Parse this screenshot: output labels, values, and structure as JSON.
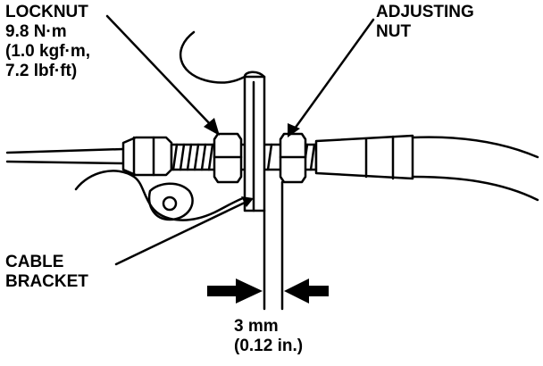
{
  "labels": {
    "locknut": {
      "title": "LOCKNUT",
      "torque_nm": "9.8 N·m",
      "torque_kgfm": "(1.0 kgf·m,",
      "torque_lbfft": "7.2 lbf·ft)"
    },
    "adjusting_nut": {
      "line1": "ADJUSTING",
      "line2": "NUT"
    },
    "cable_bracket": {
      "line1": "CABLE",
      "line2": "BRACKET"
    },
    "clearance": {
      "metric": "3 mm",
      "imperial": "(0.12 in.)"
    }
  },
  "colors": {
    "line": "#000000",
    "background": "#ffffff"
  }
}
